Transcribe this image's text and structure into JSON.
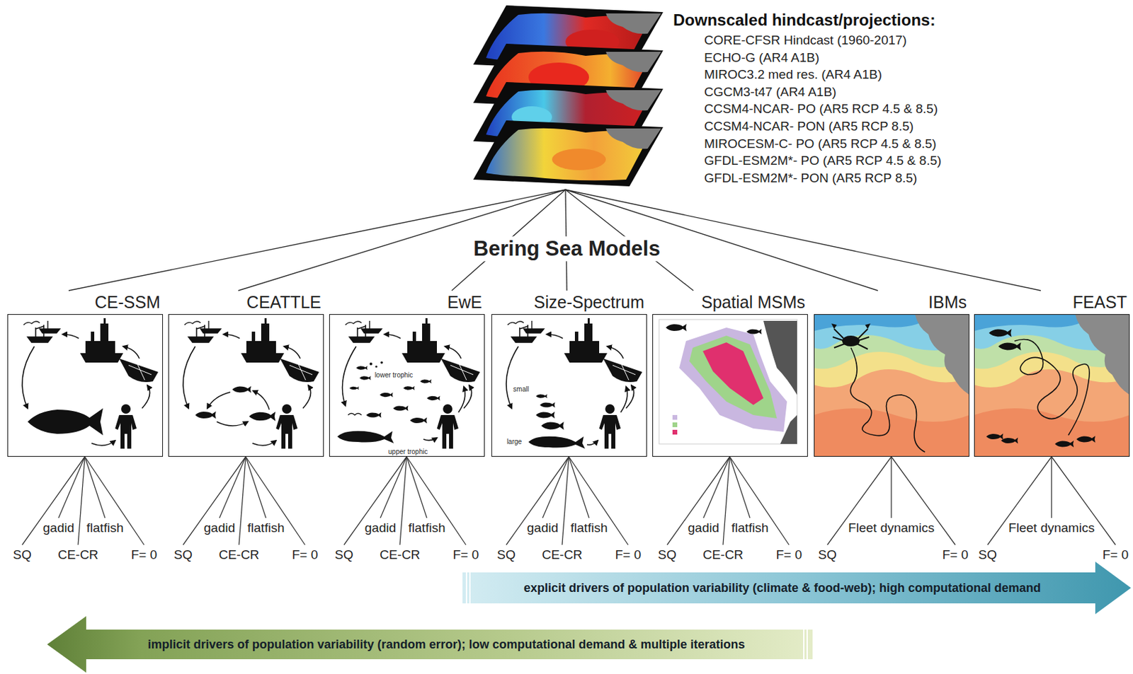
{
  "diagram": {
    "nodes": [
      {
        "text": [
          "Downscaled hindcast/projections:",
          "CORE-CFSR Hindcast (1960-2017)",
          "ECHO-G (AR4 A1B)",
          "MIROC3.2 med res. (AR4 A1B)",
          "CGCM3-t47 (AR4 A1B)",
          "CCSM4-NCAR- PO (AR5 RCP 4.5 & 8.5)",
          "CCSM4-NCAR- PON (AR5 RCP 8.5)",
          "MIROCESM-C- PO (AR5 RCP 4.5 & 8.5)",
          "GFDL-ESM2M*- PO (AR5 RCP 4.5 & 8.5)",
          "GFDL-ESM2M*- PON (AR5 RCP 8.5)"
        ]
      },
      {
        "text": [
          "CE-SSM"
        ]
      },
      {
        "text": [
          "CEATTLE"
        ]
      },
      {
        "text": [
          "EwE"
        ]
      },
      {
        "text": [
          "Size-Spectrum"
        ]
      },
      {
        "text": [
          "Spatial MSMs"
        ]
      },
      {
        "text": [
          "IBMs"
        ]
      },
      {
        "text": [
          "FEAST"
        ]
      },
      {
        "text": [
          "explicit drivers of population variability (climate & food-web); high computational demand"
        ]
      },
      {
        "text": [
          "implicit drivers of population variability (random error); low computational demand & multiple iterations"
        ]
      }
    ],
    "edges": [
      {
        "from": 0,
        "to": 1,
        "arrow": "none"
      },
      {
        "from": 0,
        "to": 2,
        "arrow": "none"
      },
      {
        "from": 0,
        "to": 3,
        "arrow": "none"
      },
      {
        "from": 0,
        "to": 4,
        "arrow": "none"
      },
      {
        "from": 0,
        "to": 5,
        "arrow": "none"
      },
      {
        "from": 0,
        "to": 6,
        "arrow": "none"
      },
      {
        "from": 0,
        "to": 7,
        "arrow": "none"
      }
    ],
    "labels": [
      "Bering Sea Models",
      "lower trophic",
      "upper trophic",
      "small",
      "large",
      "SQ",
      "gadid",
      "CE-CR",
      "flatfish",
      "F= 0",
      "SQ",
      "gadid",
      "CE-CR",
      "flatfish",
      "F= 0",
      "SQ",
      "gadid",
      "CE-CR",
      "flatfish",
      "F= 0",
      "SQ",
      "gadid",
      "CE-CR",
      "flatfish",
      "F= 0",
      "SQ",
      "gadid",
      "CE-CR",
      "flatfish",
      "F= 0",
      "SQ",
      "Fleet dynamics",
      "F= 0",
      "SQ",
      "Fleet dynamics",
      "F= 0"
    ]
  }
}
